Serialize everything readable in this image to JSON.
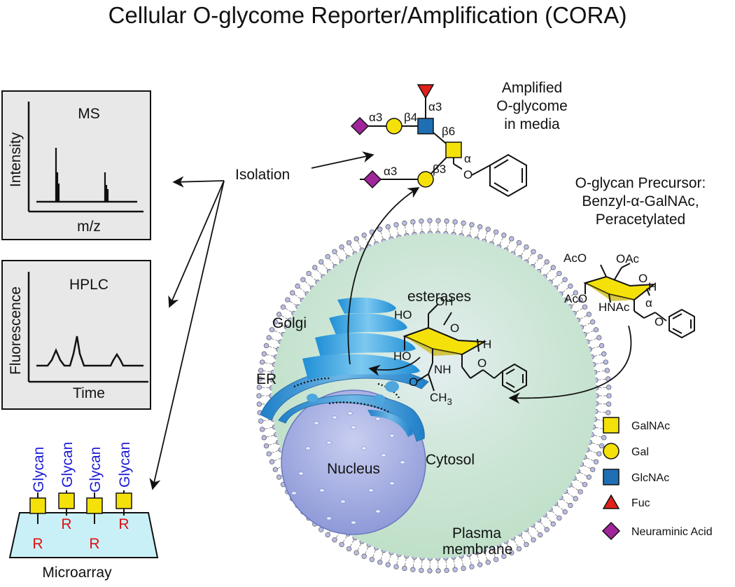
{
  "title": "Cellular O-glycome Reporter/Amplification (CORA)",
  "ms_panel": {
    "title": "MS",
    "ylabel": "Intensity",
    "xlabel": "m/z"
  },
  "hplc_panel": {
    "title": "HPLC",
    "ylabel": "Fluorescence",
    "xlabel": "Time"
  },
  "microarray": {
    "label": "Microarray",
    "glycan_label": "Glycan",
    "r_label": "R"
  },
  "isolation_label": "Isolation",
  "amplified_label": [
    "Amplified",
    "O-glycome",
    "in media"
  ],
  "precursor_label": [
    "O-glycan Precursor:",
    "Benzyl-α-GalNAc,",
    "Peracetylated"
  ],
  "linkages": {
    "a3_top": "α3",
    "b4": "β4",
    "a3_fuc": "α3",
    "b6": "β6",
    "a3_bottom": "α3",
    "b3": "β3",
    "alpha": "α"
  },
  "precursor_chem": {
    "aco_top": "AcO",
    "oac": "OAc",
    "aco_left": "AcO",
    "hnac": "HNAc",
    "h": "H",
    "alpha": "α",
    "o": "O",
    "ring_o": "O"
  },
  "inner_chem": {
    "ho_top": "HO",
    "oh": "OH",
    "ho_left": "HO",
    "nh": "NH",
    "h": "H",
    "o": "O",
    "o_carbonyl": "O",
    "ch3": "CH3",
    "ring_o": "O"
  },
  "cell": {
    "golgi": "Golgi",
    "er": "ER",
    "esterases": "esterases",
    "nucleus": "Nucleus",
    "cytosol": "Cytosol",
    "plasma": "Plasma",
    "membrane": "membrane"
  },
  "legend": [
    {
      "shape": "square",
      "color": "#f5e10a",
      "label": "GalNAc"
    },
    {
      "shape": "circle",
      "color": "#f5e10a",
      "label": "Gal"
    },
    {
      "shape": "square",
      "color": "#1f6fb5",
      "label": "GlcNAc"
    },
    {
      "shape": "triangle",
      "color": "#e0201b",
      "label": "Fuc"
    },
    {
      "shape": "diamond",
      "color": "#a0259a",
      "label": "Neuraminic Acid"
    }
  ]
}
